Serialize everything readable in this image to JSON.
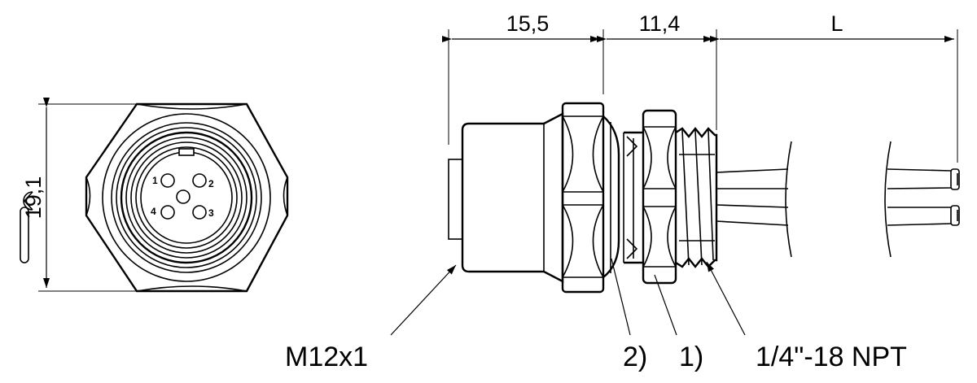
{
  "front_view": {
    "width_across_flats": "19,1",
    "pins": [
      "1",
      "2",
      "3",
      "4"
    ]
  },
  "side_view": {
    "dim_connector_length": "15,5",
    "dim_thread_length": "11,4",
    "dim_cable_length": "L"
  },
  "callouts": {
    "coupling_thread": "M12x1",
    "item_2": "2)",
    "item_1": "1)",
    "panel_thread": "1/4\"-18 NPT"
  }
}
